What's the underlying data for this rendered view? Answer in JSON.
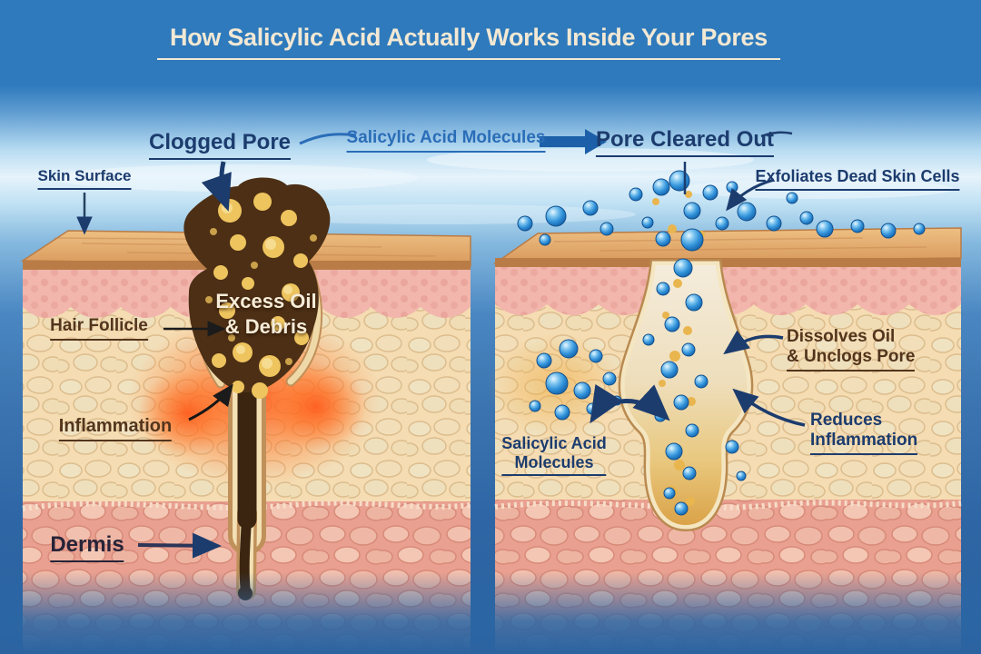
{
  "title": "How Salicylic Acid Actually Works Inside Your Pores",
  "flow": {
    "before_label": "Clogged Pore",
    "molecules_label": "Salicylic Acid Molecules",
    "after_label": "Pore Cleared Out"
  },
  "left_panel": {
    "skin_surface": "Skin Surface",
    "excess_oil_line1": "Excess Oil",
    "excess_oil_line2": "& Debris",
    "hair_follicle": "Hair Follicle",
    "inflammation": "Inflammation",
    "dermis": "Dermis"
  },
  "right_panel": {
    "exfoliates": "Exfoliates Dead Skin Cells",
    "dissolves_line1": "Dissolves Oil",
    "dissolves_line2": "& Unclogs Pore",
    "reduces_line1": "Reduces",
    "reduces_line2": "Inflammation",
    "molecules_line1": "Salicylic Acid",
    "molecules_line2": "Molecules"
  },
  "colors": {
    "background_blue": "#2e7abc",
    "deep_blue": "#2b63a0",
    "title_cream": "#f2e8d4",
    "heading_navy": "#1c3c6e",
    "molecules_blue_label": "#2a6db8",
    "annotation_brown": "#53351d",
    "dermis_label_dark": "#262338",
    "skin_surface_tan": "#e5ad72",
    "epidermis_pink": "#f2b6ad",
    "tissue_cream": "#f5dcb2",
    "dermis_pink": "#e9a090",
    "clog_brown": "#4c2f15",
    "sebum_yellow": "#eec45e",
    "inflammation_orange": "#ff5a1a",
    "molecule_blue": "#2e8fd8",
    "pore_lining_cream": "#f5e6c2"
  }
}
